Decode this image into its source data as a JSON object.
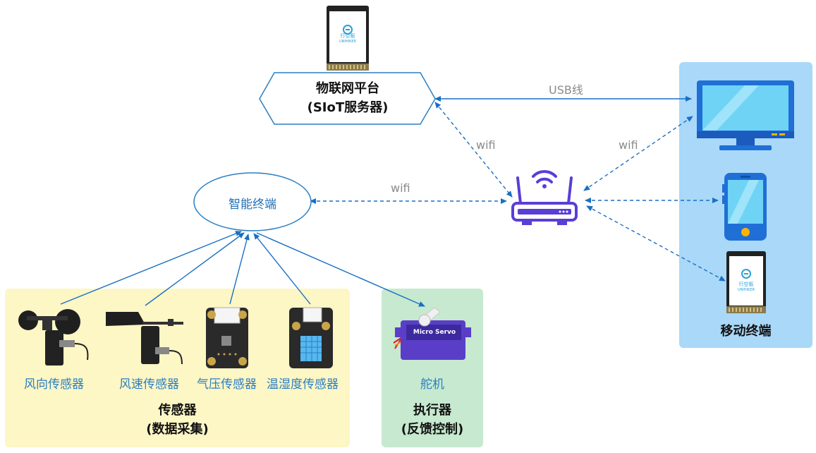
{
  "platform": {
    "line1": "物联网平台",
    "line2": "(SIoT服务器)"
  },
  "smart_terminal": {
    "label": "智能终端"
  },
  "board": {
    "logo_text": "行空板",
    "sub_text": "UNIHIKER"
  },
  "connections": {
    "usb": "USB线",
    "wifi_platform": "wifi",
    "wifi_terminal": "wifi",
    "wifi_mobile": "wifi"
  },
  "mobile": {
    "title": "移动终端"
  },
  "sensors": {
    "title": "传感器",
    "subtitle": "(数据采集)",
    "items": [
      {
        "label": "风向传感器"
      },
      {
        "label": "风速传感器"
      },
      {
        "label": "气压传感器"
      },
      {
        "label": "温湿度传感器"
      }
    ]
  },
  "actuators": {
    "title": "执行器",
    "subtitle": "(反馈控制)",
    "servo_label": "舵机",
    "servo_text": "Micro Servo"
  },
  "colors": {
    "arrow": "#1a6fc4",
    "sensor_bg": "#fdf6c5",
    "actuator_bg": "#c6e9cf",
    "mobile_bg": "#a9d8f8"
  }
}
